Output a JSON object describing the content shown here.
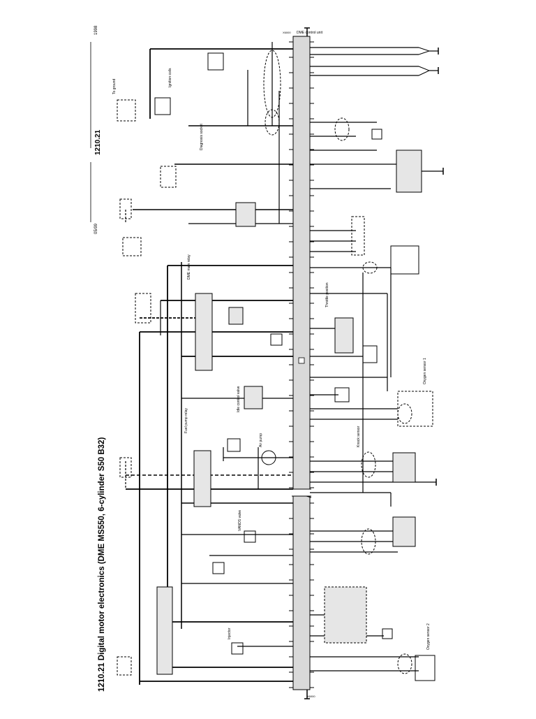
{
  "header": {
    "title": "1210.21 Digital motor electronics (DME MS550, 6-cylinder S50 B32)",
    "sheet_number": "1210.21",
    "year": "1998",
    "date_code": "05/99"
  },
  "diagram": {
    "control_unit_label": "DME control unit",
    "connector_top": "X6000",
    "connector_bottom": "X6000",
    "labels": {
      "ground_upper": "To ground",
      "diagnosis": "Diagnosis socket",
      "air_pump": "Air pump",
      "knock": "Knock sensor",
      "vanos": "VANOS valve",
      "injector": "Injector",
      "coils": "Ignition coils",
      "throttle": "Throttle position",
      "idle": "Idle control valve",
      "o2_pre": "Oxygen sensor 1",
      "o2_post": "Oxygen sensor 2",
      "main_relay": "DME main relay",
      "fuel_pump_relay": "Fuel pump relay"
    }
  }
}
